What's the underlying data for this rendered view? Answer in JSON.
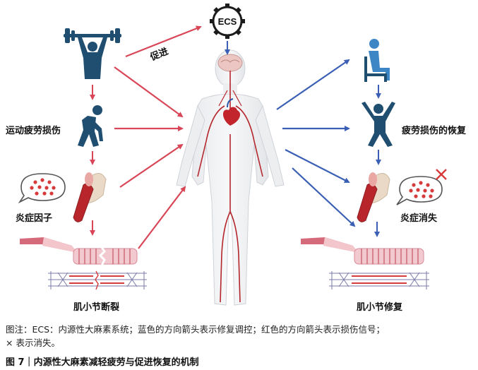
{
  "diagram": {
    "ecs_label": "ECS",
    "promote_label": "促进",
    "left_labels": {
      "fatigue": "运动疲劳损伤",
      "inflammatory": "炎症因子",
      "rupture": "肌小节断裂"
    },
    "right_labels": {
      "recovery": "疲劳损伤的恢复",
      "inflammation_gone": "炎症消失",
      "repair": "肌小节修复"
    },
    "colors": {
      "red_arrow": "#d94657",
      "blue_arrow": "#3a5fb4",
      "figure": "#1f4e70",
      "dot": "#d63a3a"
    }
  },
  "note": {
    "line1": "图注：ECS：内源性大麻素系统；蓝色的方向箭头表示修复调控；红色的方向箭头表示损伤信号；",
    "line2": "× 表示消失。"
  },
  "caption": "图 7｜内源性大麻素减轻疲劳与促进恢复的机制"
}
